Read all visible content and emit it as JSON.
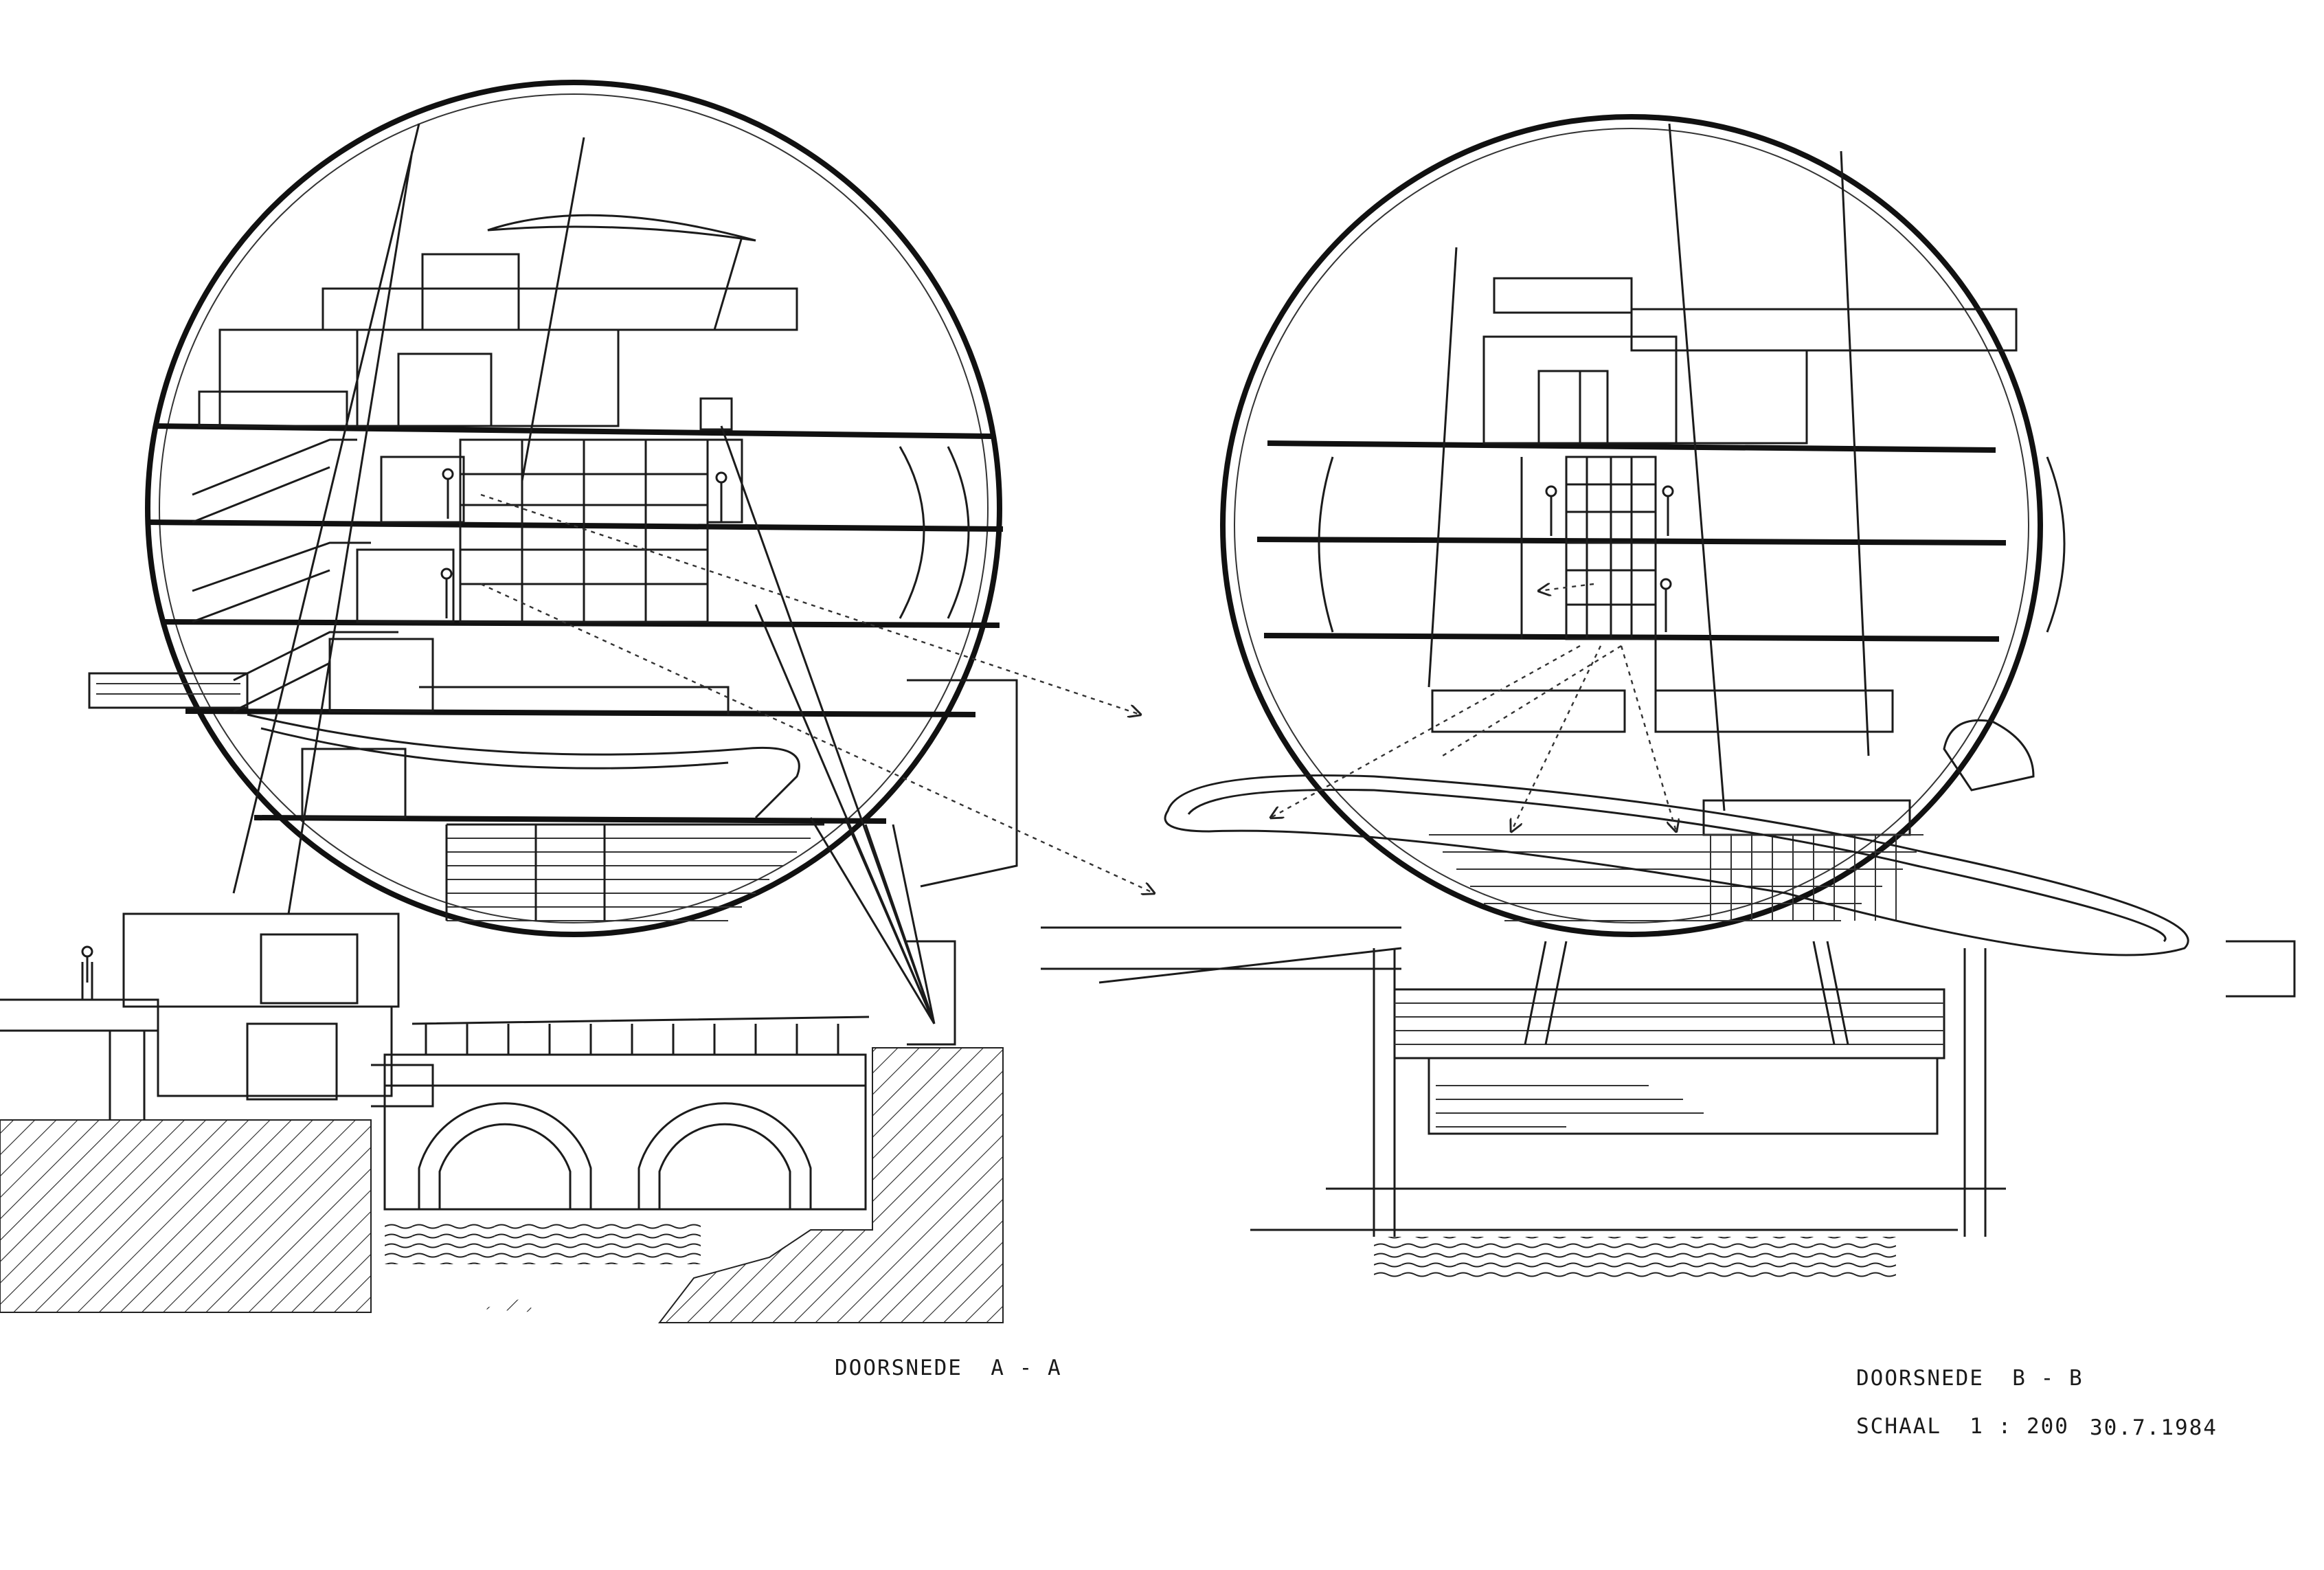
{
  "labels": {
    "section_a": "DOORSNEDE  A - A",
    "section_b": "DOORSNEDE  B - B",
    "scale": "SCHAAL  1 : 200",
    "date": "30.7.1984"
  }
}
